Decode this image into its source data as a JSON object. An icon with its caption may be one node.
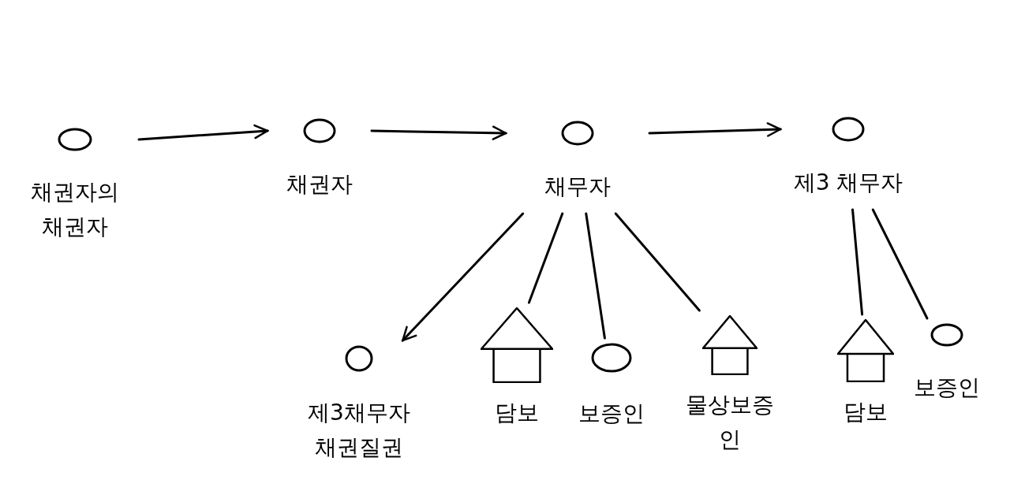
{
  "diagram": {
    "nodes": [
      {
        "text": [
          "채권자의 채권자"
        ]
      },
      {
        "text": [
          "채권자"
        ]
      },
      {
        "text": [
          "채무자"
        ]
      },
      {
        "text": [
          "제3 채무자"
        ]
      },
      {
        "text": [
          "제3채무자 채권질권"
        ]
      },
      {
        "text": [
          "담보"
        ]
      },
      {
        "text": [
          "보증인"
        ]
      },
      {
        "text": [
          "물상보증인"
        ]
      },
      {
        "text": [
          "담보"
        ]
      },
      {
        "text": [
          "보증인"
        ]
      }
    ],
    "edges": [
      {
        "from": 0,
        "to": 1,
        "arrow": "to"
      },
      {
        "from": 1,
        "to": 2,
        "arrow": "to"
      },
      {
        "from": 2,
        "to": 3,
        "arrow": "to"
      },
      {
        "from": 2,
        "to": 4,
        "arrow": "to"
      },
      {
        "from": 2,
        "to": 5,
        "arrow": "none"
      },
      {
        "from": 2,
        "to": 6,
        "arrow": "none"
      },
      {
        "from": 2,
        "to": 7,
        "arrow": "none"
      },
      {
        "from": 3,
        "to": 8,
        "arrow": "none"
      },
      {
        "from": 3,
        "to": 9,
        "arrow": "none"
      }
    ]
  }
}
